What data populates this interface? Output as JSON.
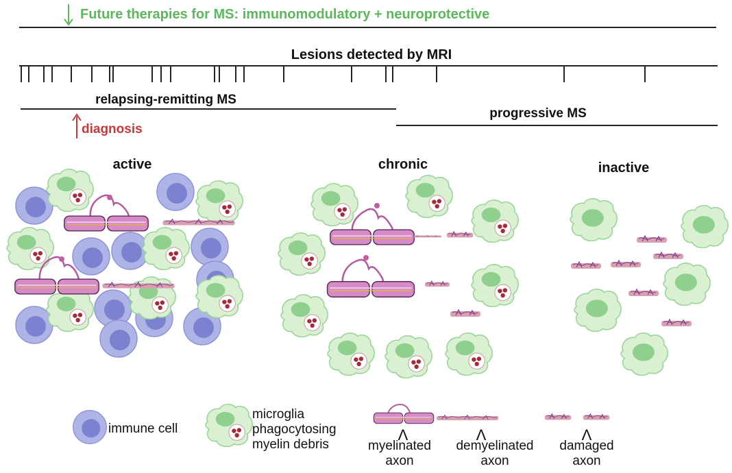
{
  "timeline": {
    "future_label": "Future therapies for MS: immunomodulatory + neuroprotective",
    "mri_label": "Lesions detected by MRI",
    "relapsing_label": "relapsing-remitting MS",
    "progressive_label": "progressive MS",
    "diagnosis_label": "diagnosis"
  },
  "lesions": {
    "active": "active",
    "chronic": "chronic",
    "inactive": "inactive"
  },
  "legend": {
    "immune_cell": "immune cell",
    "microglia_line1": "microglia",
    "microglia_line2": "phagocytosing",
    "microglia_line3": "myelin debris",
    "myelinated_line1": "myelinated",
    "myelinated_line2": "axon",
    "demyelinated_line1": "demyelinated",
    "demyelinated_line2": "axon",
    "damaged_line1": "damaged",
    "damaged_line2": "axon"
  },
  "colors": {
    "green_text": "#5bb85b",
    "red_text": "#c23a3a",
    "immune_outer": "#aeb4e6",
    "immune_inner": "#7c82cf",
    "microglia_body": "#d9f1d0",
    "microglia_nucleus": "#8fd08f",
    "myelin": "#d48bc6",
    "axon_purple": "#a45aa0",
    "debris_red": "#a52a3a"
  }
}
